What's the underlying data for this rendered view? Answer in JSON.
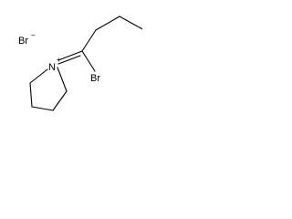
{
  "molecule": {
    "counter_ion": {
      "symbol": "Br",
      "charge": "−"
    },
    "substituent_halogen": {
      "symbol": "Br"
    },
    "nitrogen": {
      "symbol": "N",
      "charge": "+"
    }
  },
  "colors": {
    "bond": "#000000",
    "text": "#000000",
    "background": "#ffffff"
  }
}
